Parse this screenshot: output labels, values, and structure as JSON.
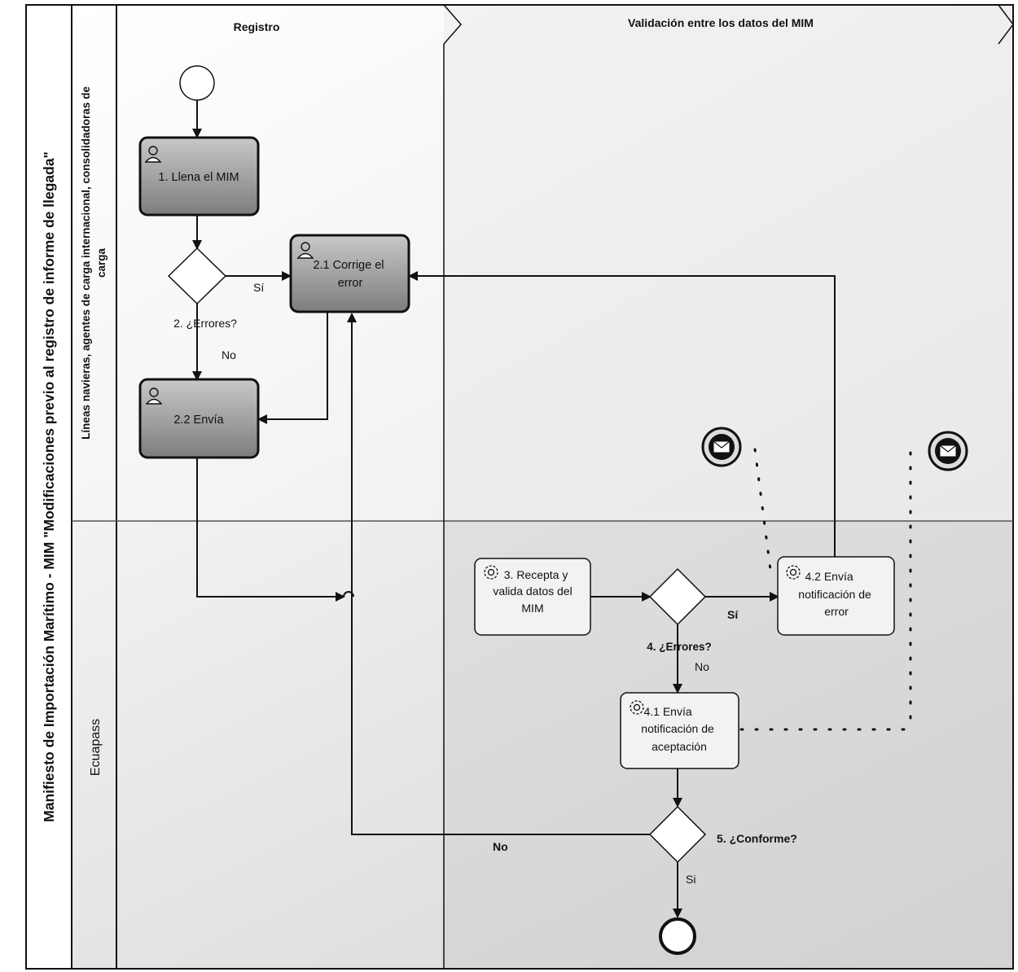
{
  "pool_title": "Manifiesto de Importación Marítimo - MIM \"Modificaciones previo al registro de informe de llegada\"",
  "lanes": {
    "top_line1": "Líneas navieras, agentes de carga internacional, consolidadoras de",
    "top_line2": "carga",
    "bottom": "Ecuapass"
  },
  "phases": {
    "left": "Registro",
    "right": "Validación entre los datos del MIM"
  },
  "tasks": {
    "t1": [
      "1. Llena el MIM"
    ],
    "t21": [
      "2.1 Corrige el",
      "error"
    ],
    "t22": [
      "2.2 Envía"
    ],
    "t3": [
      "3. Recepta y",
      "valida datos del",
      "MIM"
    ],
    "t42": [
      "4.2  Envía",
      "notificación de",
      "error"
    ],
    "t41": [
      "4.1  Envía",
      "notificación de",
      "aceptación"
    ]
  },
  "gateways": {
    "g2": "2. ¿Errores?",
    "g4": "4. ¿Errores?",
    "g5": "5. ¿Conforme?"
  },
  "flow_labels": {
    "g2_yes": "Sí",
    "g2_no": "No",
    "g4_yes": "Sí",
    "g4_no": "No",
    "g5_no": "No",
    "g5_yes": "Si"
  },
  "icons": {
    "user_task": "user-icon",
    "service_task": "gear-icon",
    "message_event": "envelope-icon"
  },
  "colors": {
    "border": "#111111",
    "lane_top_fill": "#f1f1f1",
    "lane_bottom_fill": "#dcdcdc",
    "user_task_fill": "#9a9a9a",
    "service_task_fill": "#f0f0f0"
  }
}
